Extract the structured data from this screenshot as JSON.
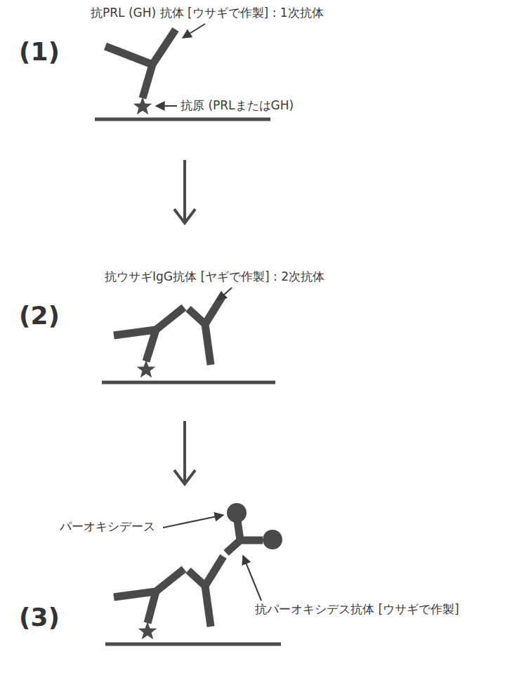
{
  "diagram": {
    "labels": [
      "(1)",
      "抗PRL (GH) 抗体 [ウサギで作製] : 1次抗体",
      "抗原 (PRLまたはGH)",
      "(2)",
      "抗ウサギIgG抗体 [ヤギで作製] : 2次抗体",
      "(3)",
      "パーオキシデース",
      "抗パーオキシデス抗体 [ウサギで作製]"
    ]
  }
}
